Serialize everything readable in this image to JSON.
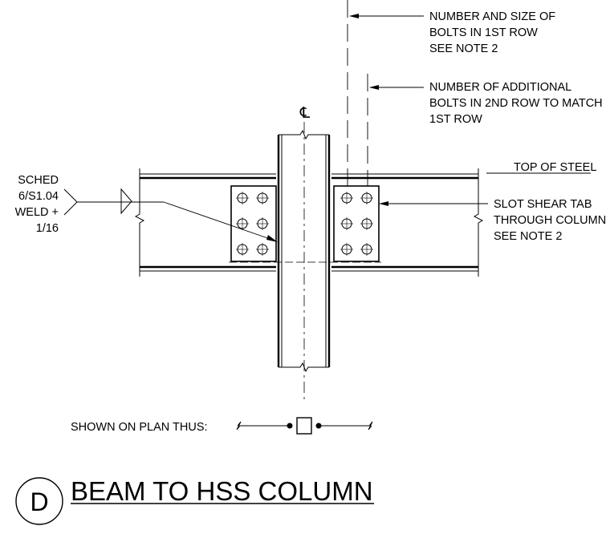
{
  "detail": {
    "letter": "D",
    "title": "BEAM TO HSS COLUMN"
  },
  "centerline_symbol": "℄",
  "notes": {
    "bolts_first_row": [
      "NUMBER AND SIZE OF",
      "BOLTS IN 1ST ROW",
      "SEE NOTE 2"
    ],
    "bolts_second_row": [
      "NUMBER OF ADDITIONAL",
      "BOLTS IN 2ND ROW TO MATCH",
      "1ST ROW"
    ],
    "top_of_steel": "TOP OF STEEL",
    "shear_tab": [
      "SLOT SHEAR TAB",
      "THROUGH COLUMN",
      "SEE NOTE 2"
    ],
    "weld": [
      "SCHED",
      "6/S1.04",
      "WELD +",
      "1/16"
    ],
    "plan_symbol": "SHOWN ON PLAN THUS:"
  }
}
